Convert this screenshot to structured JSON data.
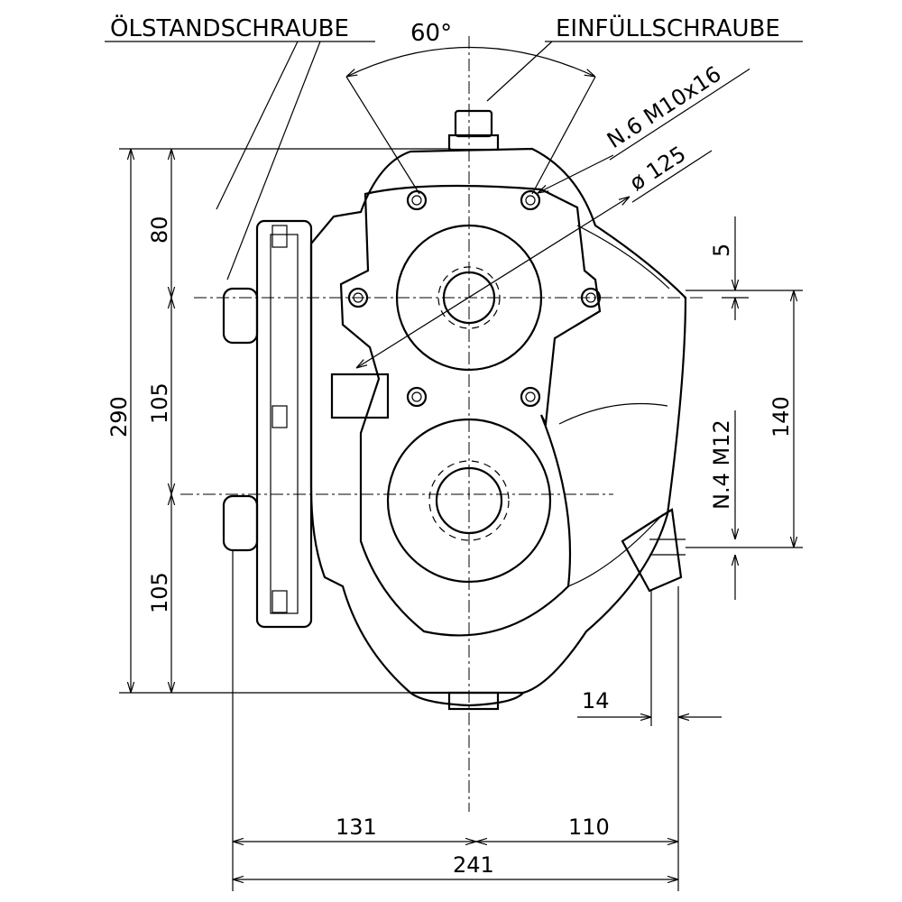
{
  "labels": {
    "oil_level_screw": "ÖLSTANDSCHRAUBE",
    "filler_screw": "EINFÜLLSCHRAUBE",
    "angle": "60°",
    "bolt_circle_holes": "N.6 M10x16",
    "bolt_circle_diameter": "ø 125",
    "mount_holes": "N.4 M12"
  },
  "dimensions": {
    "total_height": "290",
    "top_to_input_axis": "80",
    "axis_to_axis": "105",
    "output_axis_to_bottom": "105",
    "right_offset": "5",
    "mount_spacing": "140",
    "flange_thickness": "14",
    "left_width": "131",
    "right_width": "110",
    "total_width": "241"
  }
}
